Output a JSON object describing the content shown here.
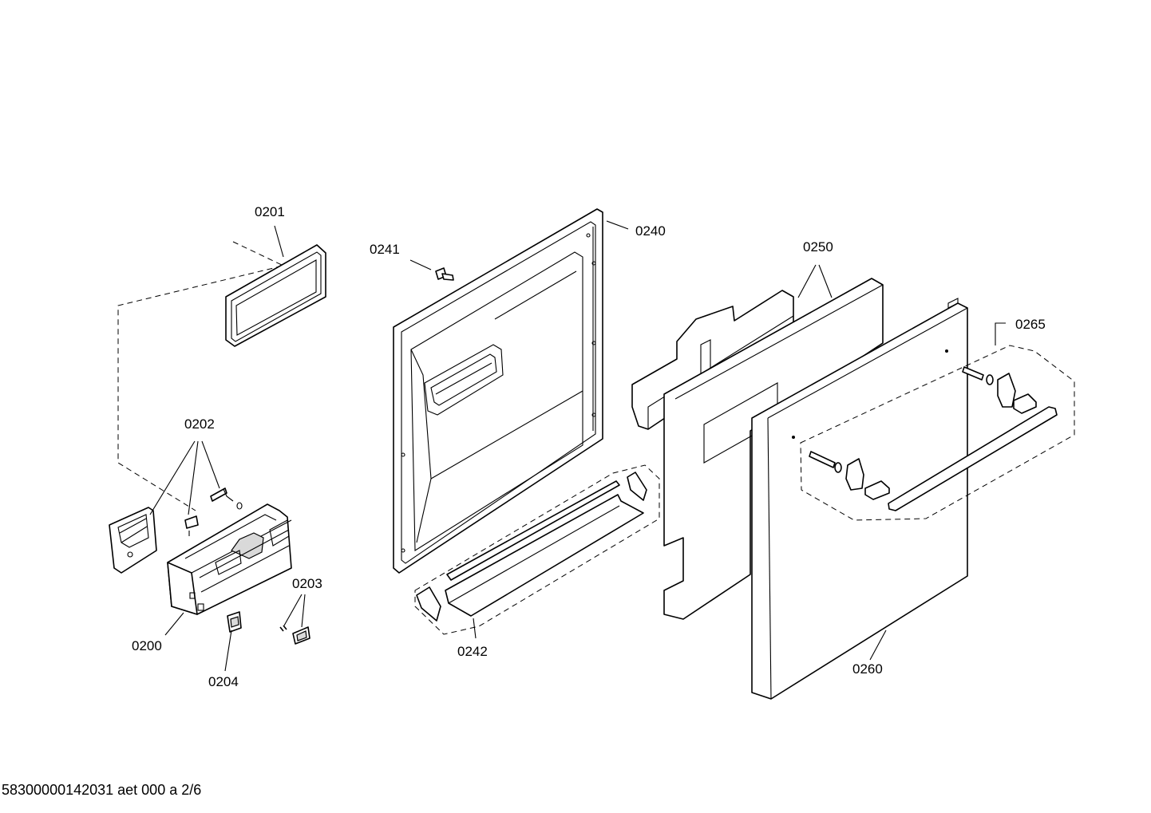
{
  "diagram": {
    "part_labels": {
      "p0200": "0200",
      "p0201": "0201",
      "p0202": "0202",
      "p0203": "0203",
      "p0204": "0204",
      "p0240": "0240",
      "p0241": "0241",
      "p0242": "0242",
      "p0250": "0250",
      "p0260": "0260",
      "p0265": "0265"
    },
    "footer_text": "58300000142031 aet 000 a 2/6"
  }
}
